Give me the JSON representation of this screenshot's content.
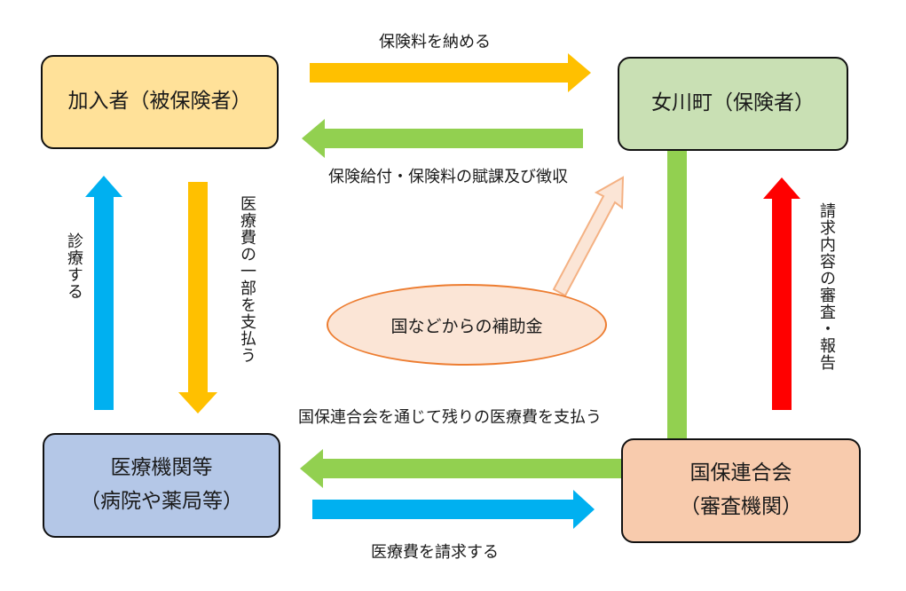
{
  "nodes": {
    "subscriber": {
      "line1": "加入者（被保険者）"
    },
    "insurer": {
      "line1": "女川町（保険者）"
    },
    "medical": {
      "line1": "医療機関等",
      "line2": "（病院や薬局等）"
    },
    "federation": {
      "line1": "国保連合会",
      "line2": "（審査機関）"
    },
    "subsidy": {
      "label": "国などからの補助金"
    }
  },
  "flows": {
    "pay_premium": "保険料を納める",
    "benefit_levy": "保険給付・保険料の賦課及び徴収",
    "pay_remaining": "国保連合会を通じて残りの医療費を支払う",
    "bill_medical": "医療費を請求する",
    "consultation": "診療する",
    "copay": "医療費の一部を支払う",
    "review_report": "請求内容の審査・報告"
  },
  "colors": {
    "orange_arrow": "#ffc000",
    "green_arrow": "#92d050",
    "blue_arrow": "#00b0f0",
    "red_arrow": "#ff0000",
    "subsidy_arrow": "#fbe5d6",
    "subsidy_border": "#f4b183"
  }
}
